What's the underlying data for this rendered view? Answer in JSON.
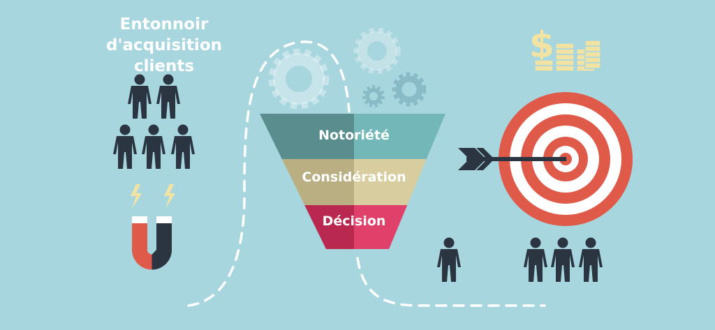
{
  "title": {
    "line1": "Entonnoir",
    "line2": "d'acquisition",
    "line3": "clients"
  },
  "funnel": {
    "stages": [
      {
        "label": "Notoriété",
        "color_left": "#5a8e8e",
        "color_right": "#74b7b8"
      },
      {
        "label": "Considération",
        "color_left": "#b9af82",
        "color_right": "#d8cd9e"
      },
      {
        "label": "Décision",
        "color_left": "#b9284f",
        "color_right": "#e0416a"
      }
    ]
  },
  "icons": {
    "magnet": "magnet-icon",
    "lightning": "lightning-icon",
    "gear": "gear-icon",
    "coins": "coins-icon",
    "dollar": "dollar-icon",
    "target": "target-icon",
    "arrow": "arrow-icon",
    "person": "person-icon"
  },
  "colors": {
    "background": "#a8d6df",
    "target_red": "#e05a4a",
    "people": "#2b3541",
    "coins": "#f2e3a3"
  }
}
